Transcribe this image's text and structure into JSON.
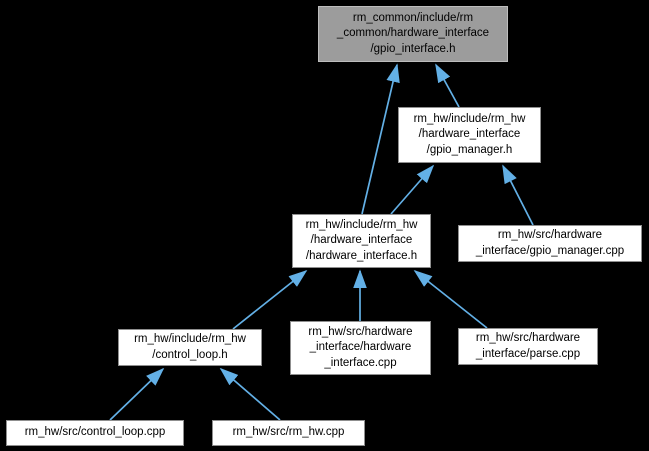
{
  "graph": {
    "title": "Included-by dependency graph for gpio_interface.h",
    "type": "doxygen-include-dependency-graph",
    "colors": {
      "background": "#000000",
      "edge": "#63b0e6",
      "node_fill": "#ffffff",
      "node_border": "#8f8f8f",
      "highlight_fill": "#9c9c9c",
      "highlight_border": "#bdbdbd",
      "text": "#000000"
    },
    "nodes": [
      {
        "id": "gpio_interface_h",
        "label": "rm_common/include/rm\n_common/hardware_interface\n/gpio_interface.h",
        "highlighted": true
      },
      {
        "id": "gpio_manager_h",
        "label": "rm_hw/include/rm_hw\n/hardware_interface\n/gpio_manager.h",
        "highlighted": false
      },
      {
        "id": "hardware_interface_h",
        "label": "rm_hw/include/rm_hw\n/hardware_interface\n/hardware_interface.h",
        "highlighted": false
      },
      {
        "id": "gpio_manager_cpp",
        "label": "rm_hw/src/hardware\n_interface/gpio_manager.cpp",
        "highlighted": false
      },
      {
        "id": "control_loop_h",
        "label": "rm_hw/include/rm_hw\n/control_loop.h",
        "highlighted": false
      },
      {
        "id": "hardware_interface_cpp",
        "label": "rm_hw/src/hardware\n_interface/hardware\n_interface.cpp",
        "highlighted": false
      },
      {
        "id": "parse_cpp",
        "label": "rm_hw/src/hardware\n_interface/parse.cpp",
        "highlighted": false
      },
      {
        "id": "control_loop_cpp",
        "label": "rm_hw/src/control_loop.cpp",
        "highlighted": false
      },
      {
        "id": "rm_hw_cpp",
        "label": "rm_hw/src/rm_hw.cpp",
        "highlighted": false
      }
    ],
    "edges": [
      {
        "from": "hardware_interface_h",
        "to": "gpio_interface_h"
      },
      {
        "from": "gpio_manager_h",
        "to": "gpio_interface_h"
      },
      {
        "from": "hardware_interface_h",
        "to": "gpio_manager_h"
      },
      {
        "from": "gpio_manager_cpp",
        "to": "gpio_manager_h"
      },
      {
        "from": "control_loop_h",
        "to": "hardware_interface_h"
      },
      {
        "from": "hardware_interface_cpp",
        "to": "hardware_interface_h"
      },
      {
        "from": "parse_cpp",
        "to": "hardware_interface_h"
      },
      {
        "from": "control_loop_cpp",
        "to": "control_loop_h"
      },
      {
        "from": "rm_hw_cpp",
        "to": "control_loop_h"
      }
    ]
  }
}
